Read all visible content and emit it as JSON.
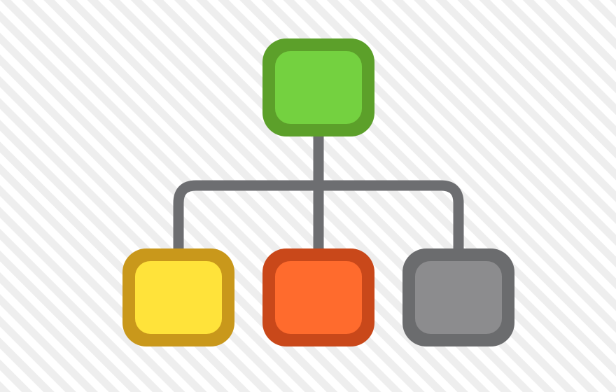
{
  "diagram": {
    "type": "hierarchy",
    "background": {
      "base": "#ffffff",
      "stripe": "#eeeeee",
      "pattern": "diagonal-stripes"
    },
    "connector": {
      "color": "#6d6e71"
    },
    "root": {
      "name": "root-node",
      "fill": "#74d140",
      "border": "#5ca02a"
    },
    "children": [
      {
        "name": "child-node-left",
        "fill": "#ffe33a",
        "border": "#c9981b"
      },
      {
        "name": "child-node-center",
        "fill": "#ff6b2d",
        "border": "#c9481a"
      },
      {
        "name": "child-node-right",
        "fill": "#8c8c8e",
        "border": "#6b6c6e"
      }
    ]
  }
}
